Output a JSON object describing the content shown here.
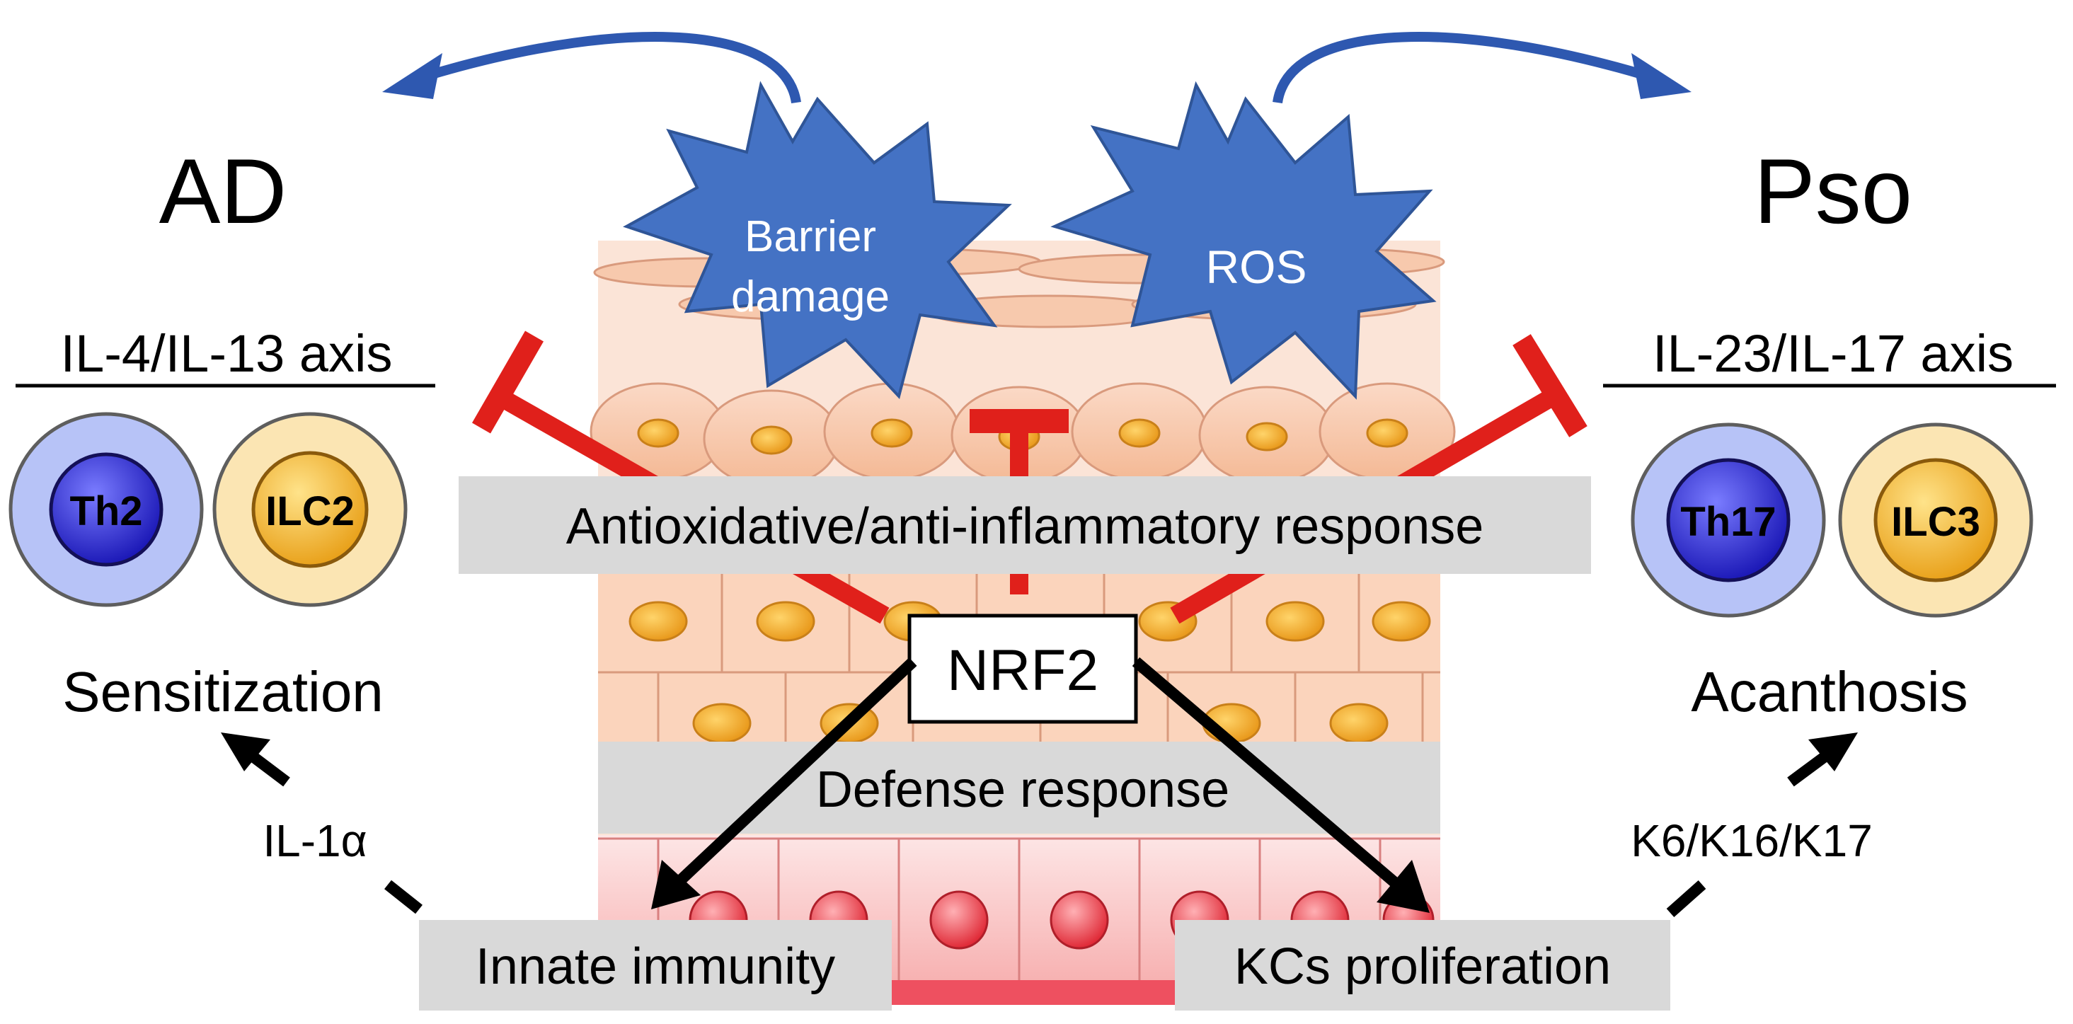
{
  "left": {
    "disease": "AD",
    "axis": "IL-4/IL-13 axis",
    "cell_a": "Th2",
    "cell_b": "ILC2",
    "outcome": "Sensitization",
    "mediator": "IL-1α"
  },
  "right": {
    "disease": "Pso",
    "axis": "IL-23/IL-17 axis",
    "cell_a": "Th17",
    "cell_b": "ILC3",
    "outcome": "Acanthosis",
    "mediator": "K6/K16/K17"
  },
  "stressors": {
    "barrier_line1": "Barrier",
    "barrier_line2": "damage",
    "ros": "ROS"
  },
  "center": {
    "response_top": "Antioxidative/anti-inflammatory response",
    "nrf2": "NRF2",
    "response_mid": "Defense response",
    "innate": "Innate immunity",
    "kcs": "KCs proliferation"
  },
  "colors": {
    "star_blue": "#4472c4",
    "inhibit_red": "#e0201b",
    "label_gray": "#d9d9d9",
    "th_blue": "#3a3ad6",
    "ilc_gold": "#f2b638"
  }
}
